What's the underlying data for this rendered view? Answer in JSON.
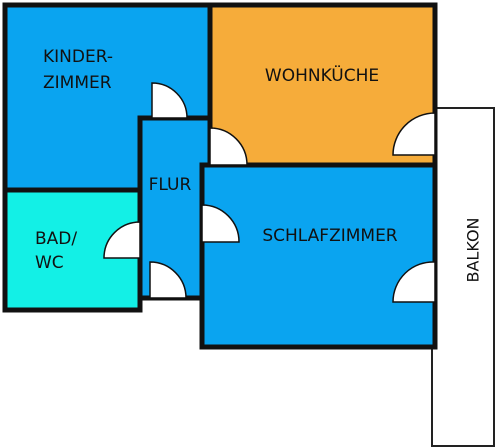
{
  "rooms": {
    "kinderzimmer": {
      "line1": "KINDER-",
      "line2": "ZIMMER",
      "color": "#0aa4f0"
    },
    "wohnkueche": {
      "line1": "WOHNKÜCHE",
      "color": "#f6ac3a"
    },
    "flur": {
      "line1": "FLUR",
      "color": "#0aa4f0"
    },
    "bad": {
      "line1": "BAD/",
      "line2": "WC",
      "color": "#13f0e6"
    },
    "schlafzimmer": {
      "line1": "SCHLAFZIMMER",
      "color": "#0aa4f0"
    },
    "balkon": {
      "line1": "BALKON",
      "color": "#ffffff"
    }
  },
  "colors": {
    "wall": "#111111",
    "door": "#ffffff"
  }
}
